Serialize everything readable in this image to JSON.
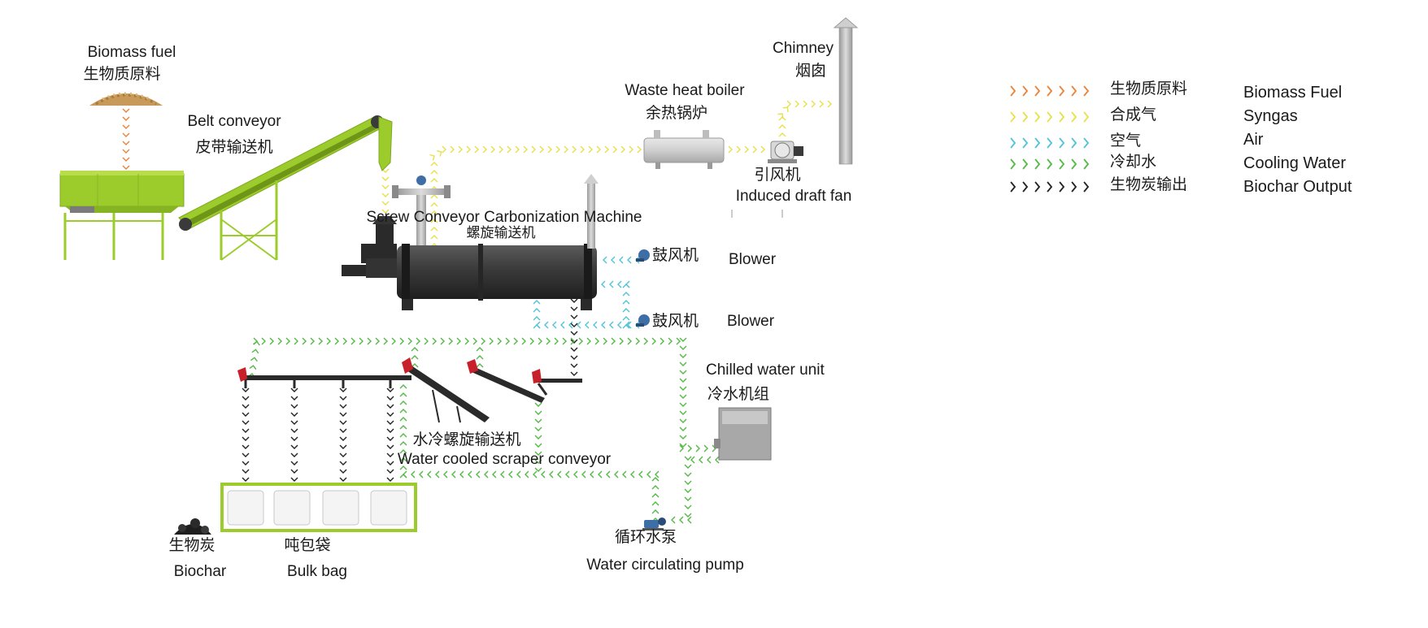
{
  "labels": {
    "biomass_fuel_en": "Biomass fuel",
    "biomass_fuel_cn": "生物质原料",
    "belt_conveyor_en": "Belt conveyor",
    "belt_conveyor_cn": "皮带输送机",
    "waste_heat_boiler_en": "Waste heat boiler",
    "waste_heat_boiler_cn": "余热锅炉",
    "chimney_en": "Chimney",
    "chimney_cn": "烟囱",
    "induced_fan_cn": "引风机",
    "induced_fan_en": "Induced draft fan",
    "screw_machine_en": "Screw Conveyor Carbonization Machine",
    "screw_machine_cn": "螺旋输送机",
    "blower1_cn": "鼓风机",
    "blower1_en": "Blower",
    "blower2_cn": "鼓风机",
    "blower2_en": "Blower",
    "chilled_unit_en": "Chilled water unit",
    "chilled_unit_cn": "冷水机组",
    "scraper_cn": "水冷螺旋输送机",
    "scraper_en": "Water cooled scraper conveyor",
    "biochar_cn": "生物炭",
    "biochar_en": "Biochar",
    "bulk_bag_cn": "吨包袋",
    "bulk_bag_en": "Bulk bag",
    "pump_cn": "循环水泵",
    "pump_en": "Water circulating pump"
  },
  "legend": [
    {
      "cn": "生物质原料",
      "en": "Biomass Fuel",
      "color": "#e8843a"
    },
    {
      "cn": "合成气",
      "en": "Syngas",
      "color": "#e8e04a"
    },
    {
      "cn": "空气",
      "en": "Air",
      "color": "#4fc3d8"
    },
    {
      "cn": "冷却水",
      "en": "Cooling Water",
      "color": "#55b848"
    },
    {
      "cn": "生物炭输出",
      "en": "Biochar Output",
      "color": "#222222"
    }
  ],
  "colors": {
    "machine_green": "#9ccc2c",
    "machine_dark": "#3a3a3a",
    "steel": "#b7b7b7"
  }
}
